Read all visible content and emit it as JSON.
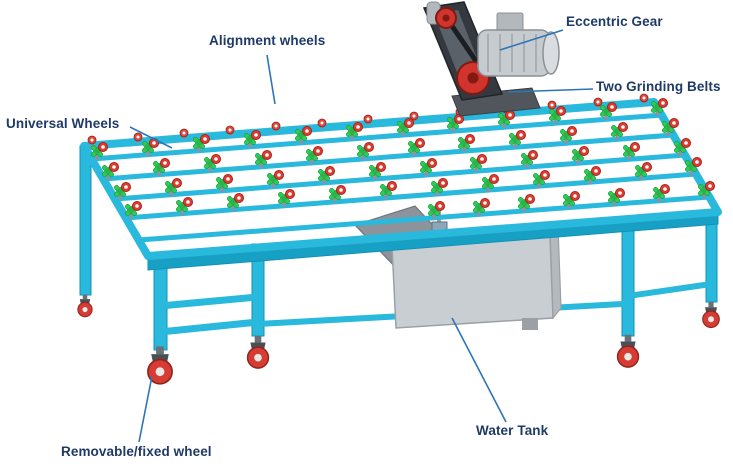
{
  "figure": {
    "type": "annotated-diagram",
    "labels": {
      "alignment_wheels": "Alignment wheels",
      "eccentric_gear": "Eccentric Gear",
      "two_grinding_belts": "Two Grinding Belts",
      "universal_wheels": "Universal Wheels",
      "water_tank": "Water Tank",
      "removable_fixed_wheel": "Removable/fixed wheel"
    },
    "colors": {
      "label_text": "#1f3a68",
      "leader_line": "#2e75b6",
      "frame_cyan": "#29b9dc",
      "wheel_green": "#2fcb53",
      "roller_red": "#e0382c",
      "tank_gray": "#c9ced2",
      "unit_dark": "#34393f"
    }
  }
}
